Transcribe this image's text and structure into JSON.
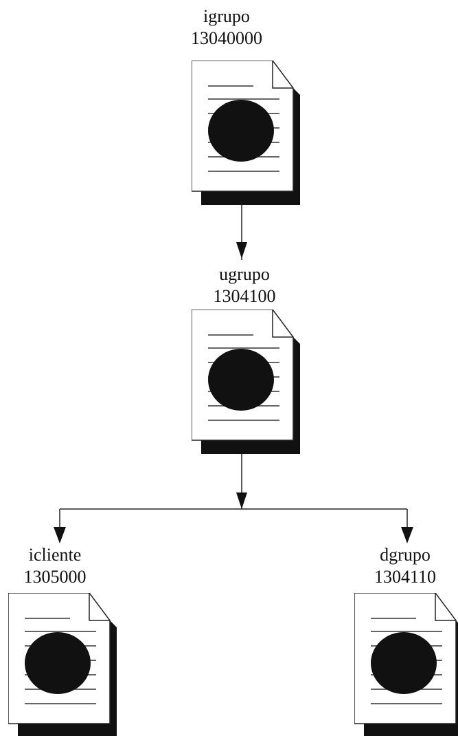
{
  "nodes": [
    {
      "id": "igrupo",
      "name": "igrupo",
      "code": "13040000"
    },
    {
      "id": "ugrupo",
      "name": "ugrupo",
      "code": "1304100"
    },
    {
      "id": "icliente",
      "name": "icliente",
      "code": "1305000"
    },
    {
      "id": "dgrupo",
      "name": "dgrupo",
      "code": "1304110"
    }
  ],
  "edges": [
    {
      "from": "igrupo",
      "to": "ugrupo"
    },
    {
      "from": "ugrupo",
      "to": "icliente"
    },
    {
      "from": "ugrupo",
      "to": "dgrupo"
    }
  ],
  "icon": "report-document-icon",
  "colors": {
    "line": "#222222",
    "shadow": "#111111",
    "paper": "#ffffff",
    "disc": "#111111"
  }
}
